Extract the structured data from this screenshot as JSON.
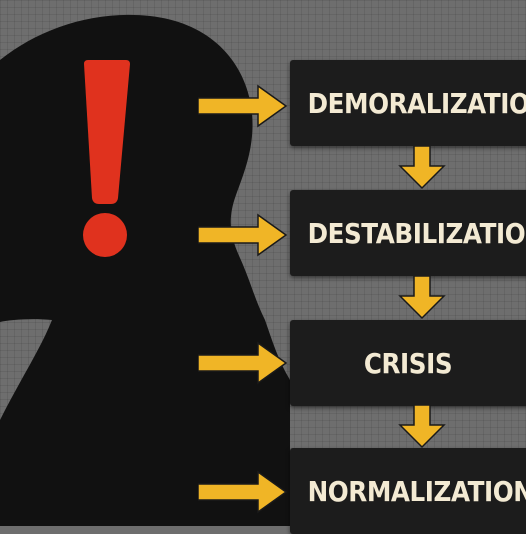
{
  "steps": [
    {
      "label": "DEMORALIZATION"
    },
    {
      "label": "DESTABILIZATION"
    },
    {
      "label": "CRISIS"
    },
    {
      "label": "NORMALIZATION"
    }
  ],
  "colors": {
    "background": "#6e6e6e",
    "silhouette": "#111111",
    "box": "#1c1c1c",
    "box_text": "#f3ead3",
    "arrow": "#f0b526",
    "exclamation": "#e0321e"
  },
  "icons": {
    "warning": "exclamation-mark-icon",
    "flow": "arrow-right-icon",
    "sequence": "arrow-down-icon"
  }
}
